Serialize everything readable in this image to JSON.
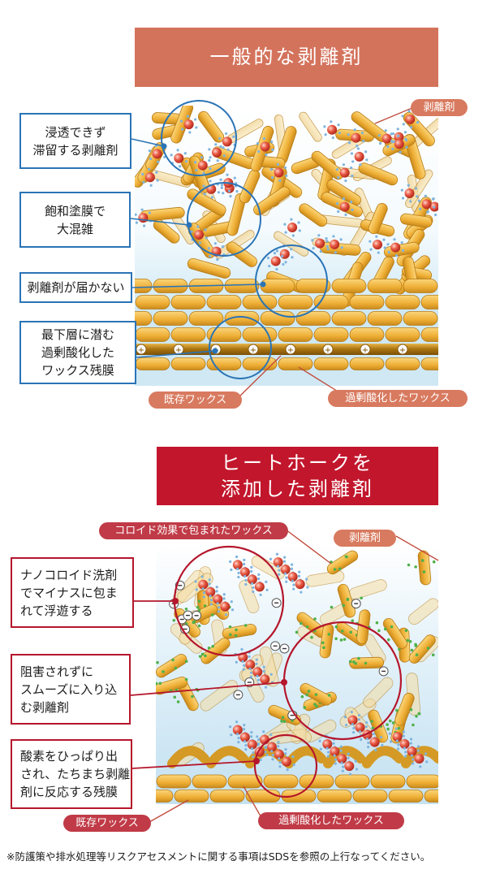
{
  "section1": {
    "title": "一般的な剥離剤",
    "callouts": [
      "浸透できず\n滞留する剥離剤",
      "飽和塗膜で\n大混雑",
      "剥離剤が届かない",
      "最下層に潜む\n過剰酸化した\nワックス残膜"
    ],
    "labels": {
      "agent": "剥離剤",
      "existing_wax": "既存ワックス",
      "oxidized_wax": "過剰酸化したワックス"
    }
  },
  "section2": {
    "title_lines": [
      "ヒートホークを",
      "添加した剥離剤"
    ],
    "callouts": [
      "ナノコロイド洗剤\nでマイナスに包ま\nれて浮遊する",
      "阻害されずに\nスムーズに入り込\nむ剥離剤",
      "酸素をひっぱり出\nされ、たちまち剥離\n剤に反応する残膜"
    ],
    "labels": {
      "colloid": "コロイド効果で包まれたワックス",
      "agent": "剥離剤",
      "existing_wax": "既存ワックス",
      "oxidized_wax": "過剰酸化したワックス"
    }
  },
  "footnote": "※防護策や排水処理等リスクアセスメントに関する事項はSDSを参照の上行なってください。",
  "colors": {
    "salmon": "#d4735c",
    "red": "#c2162c",
    "blue_line": "#2a74b6",
    "wax": "#f0b23c",
    "agent": "#e0443a"
  }
}
